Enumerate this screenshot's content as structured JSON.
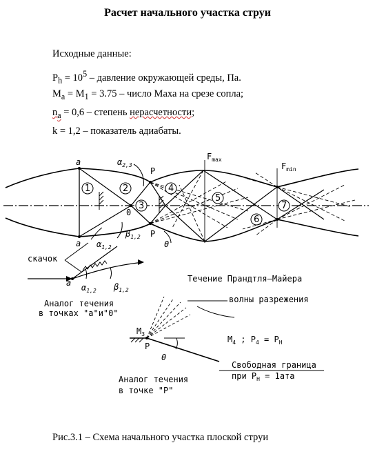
{
  "page_title": "Расчет начального участка струи",
  "given": {
    "heading": "Исходные данные:",
    "l1": {
      "a": "P",
      "b": "h",
      "c": " = 10",
      "d": "5",
      "e": " – давление окружающей среды, Па."
    },
    "l2": {
      "a": "M",
      "b": "a",
      "c": " = M",
      "d": "1",
      "e": " = 3.75 – число Маха на срезе сопла;"
    },
    "l3": {
      "a": "n",
      "b": "a",
      "c": " = 0,6 – степень ",
      "d": "нерасчетности",
      "e": ";"
    },
    "l4": "k = 1,2 – показатель адиабаты."
  },
  "fig": {
    "a": "a",
    "alpha23": "α",
    "alpha23_sub": "2,3",
    "P": "P",
    "Fmax": "F",
    "Fmax_sub": "max",
    "Fmin": "F",
    "Fmin_sub": "min",
    "z1": "1",
    "z2": "2",
    "z3": "3",
    "z4": "4",
    "z5": "5",
    "z6": "6",
    "z7": "7",
    "O": "0",
    "beta12": "β",
    "beta12_sub": "1,2",
    "alpha12": "α",
    "alpha12_sub": "1,2",
    "theta": "θ",
    "skachok": "скачок",
    "prandtl": "Течение Прандтля–Майера",
    "waves": "волны разрежения",
    "analog1_l1": "Аналог течения",
    "analog1_l2": "в точках \"a\"и\"0\"",
    "M3": "M",
    "M3_sub": "3",
    "M4_a": "M",
    "M4_b": "4",
    "M4_c": " ; P",
    "M4_d": "4",
    "M4_e": " = P",
    "M4_f": "H",
    "free_l1": "Свободная граница",
    "free_l2a": "при P",
    "free_l2b": "H",
    "free_l2c": " = 1ата",
    "analog2_l1": "Аналог течения",
    "analog2_l2": "в точке \"P\""
  },
  "caption": "Рис.3.1 – Схема начального участка плоской струи"
}
